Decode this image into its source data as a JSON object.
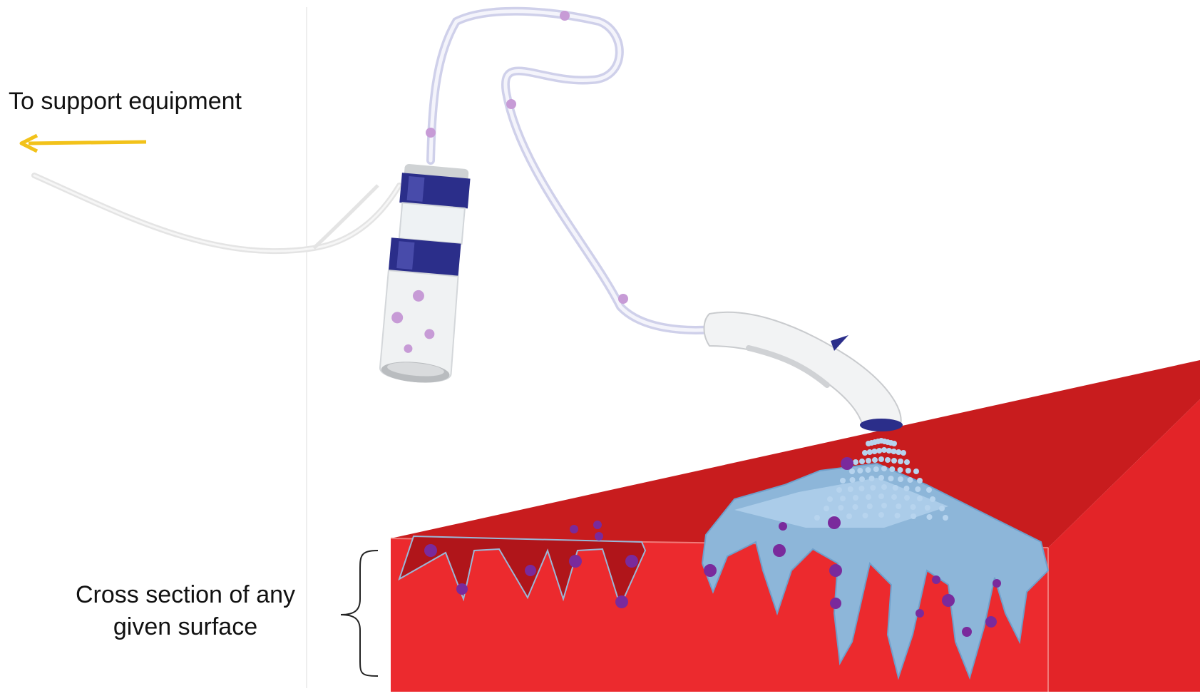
{
  "labels": {
    "support": "To support equipment",
    "cross_line1": "Cross section of any",
    "cross_line2": "given surface"
  },
  "icons": {
    "arrow": "left-arrow-icon",
    "brace": "curly-brace-icon",
    "bottle": "collection-bottle-icon",
    "wand": "spray-wand-icon"
  },
  "colors": {
    "arrow": "#f2c21a",
    "surface_top": "#c81c1e",
    "surface_front": "#ec2a2e",
    "surface_side": "#e32428",
    "spray": "#9dc3e6",
    "particle": "#7a2a9c",
    "cap": "#2b2e8a",
    "tube": "#dcdcf0"
  }
}
